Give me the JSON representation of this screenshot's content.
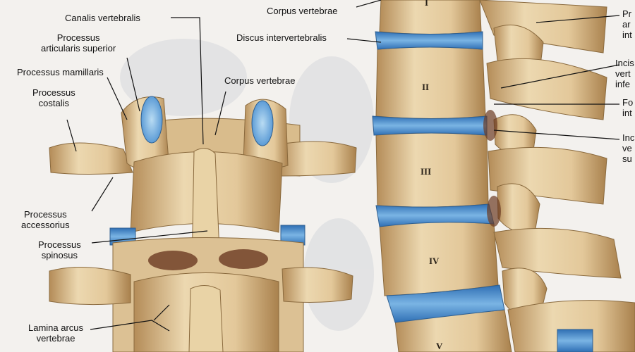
{
  "palette": {
    "background": "#f3f1ee",
    "bone": "#e8d2a8",
    "bone_shadow": "#b48c58",
    "disc_blue": "#4a8fd0",
    "cartilage": "#8fc2e6",
    "ink": "#111111"
  },
  "labels": {
    "canalis_vertebralis": "Canalis vertebralis",
    "processus_articularis_superior": [
      "Processus",
      "articularis superior"
    ],
    "processus_mamillaris": "Processus mamillaris",
    "processus_costalis": [
      "Processus",
      "costalis"
    ],
    "corpus_vertebrae_left": "Corpus vertebrae",
    "processus_accessorius": [
      "Processus",
      "accessorius"
    ],
    "processus_spinosus": [
      "Processus",
      "spinosus"
    ],
    "lamina_arcus_vertebrae": [
      "Lamina arcus",
      "vertebrae"
    ],
    "corpus_vertebrae_right": "Corpus vertebrae",
    "discus_intervertebralis": "Discus intervertebralis",
    "cut_pr": [
      "Pr",
      "ar",
      "int"
    ],
    "cut_incis": [
      "Incis",
      "vert",
      "infe"
    ],
    "cut_fo": [
      "Fo",
      "int"
    ],
    "cut_inc": [
      "Inc",
      "ve",
      "su"
    ]
  },
  "vertebra_numerals": [
    "I",
    "II",
    "III",
    "IV",
    "V"
  ]
}
